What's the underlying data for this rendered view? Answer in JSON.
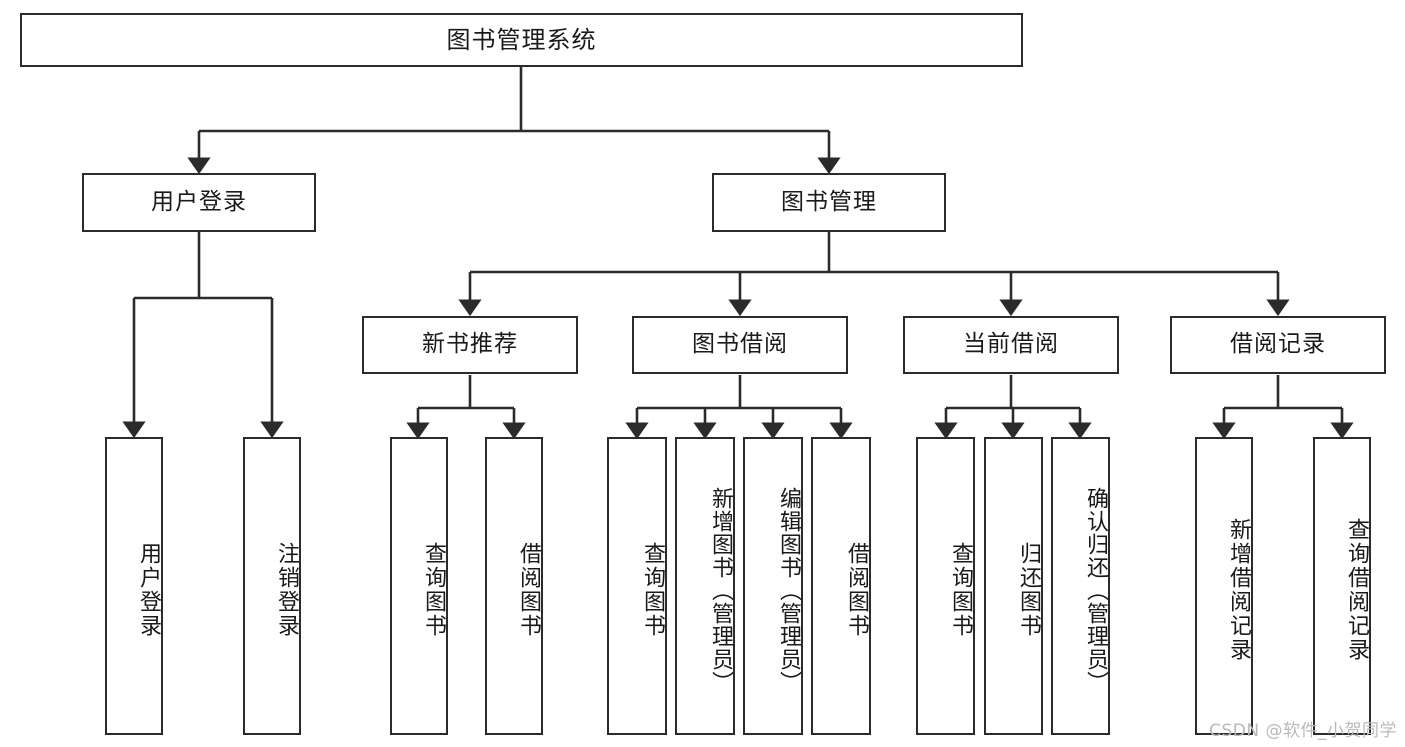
{
  "diagram": {
    "title": "图书管理系统",
    "type": "tree",
    "watermark": "CSDN @软件_小贺同学",
    "colors": {
      "box_border": "#2b2b2b",
      "box_fill": "#ffffff",
      "line": "#2b2b2b",
      "text": "#1a1a1a",
      "watermark": "#b9b9b9"
    },
    "root": {
      "label": "图书管理系统"
    },
    "level2": [
      {
        "label": "用户登录"
      },
      {
        "label": "图书管理"
      }
    ],
    "level3": [
      {
        "label": "新书推荐"
      },
      {
        "label": "图书借阅"
      },
      {
        "label": "当前借阅"
      },
      {
        "label": "借阅记录"
      }
    ],
    "leaves": {
      "user_login": [
        {
          "label": "用户登录"
        },
        {
          "label": "注销登录"
        }
      ],
      "new_book": [
        {
          "label": "查询图书"
        },
        {
          "label": "借阅图书"
        }
      ],
      "book_borrow": [
        {
          "label": "查询图书"
        },
        {
          "label": "新增图书（管理员）"
        },
        {
          "label": "编辑图书（管理员）"
        },
        {
          "label": "借阅图书"
        }
      ],
      "current_borrow": [
        {
          "label": "查询图书"
        },
        {
          "label": "归还图书"
        },
        {
          "label": "确认归还（管理员）"
        }
      ],
      "borrow_record": [
        {
          "label": "新增借阅记录"
        },
        {
          "label": "查询借阅记录"
        }
      ]
    }
  }
}
